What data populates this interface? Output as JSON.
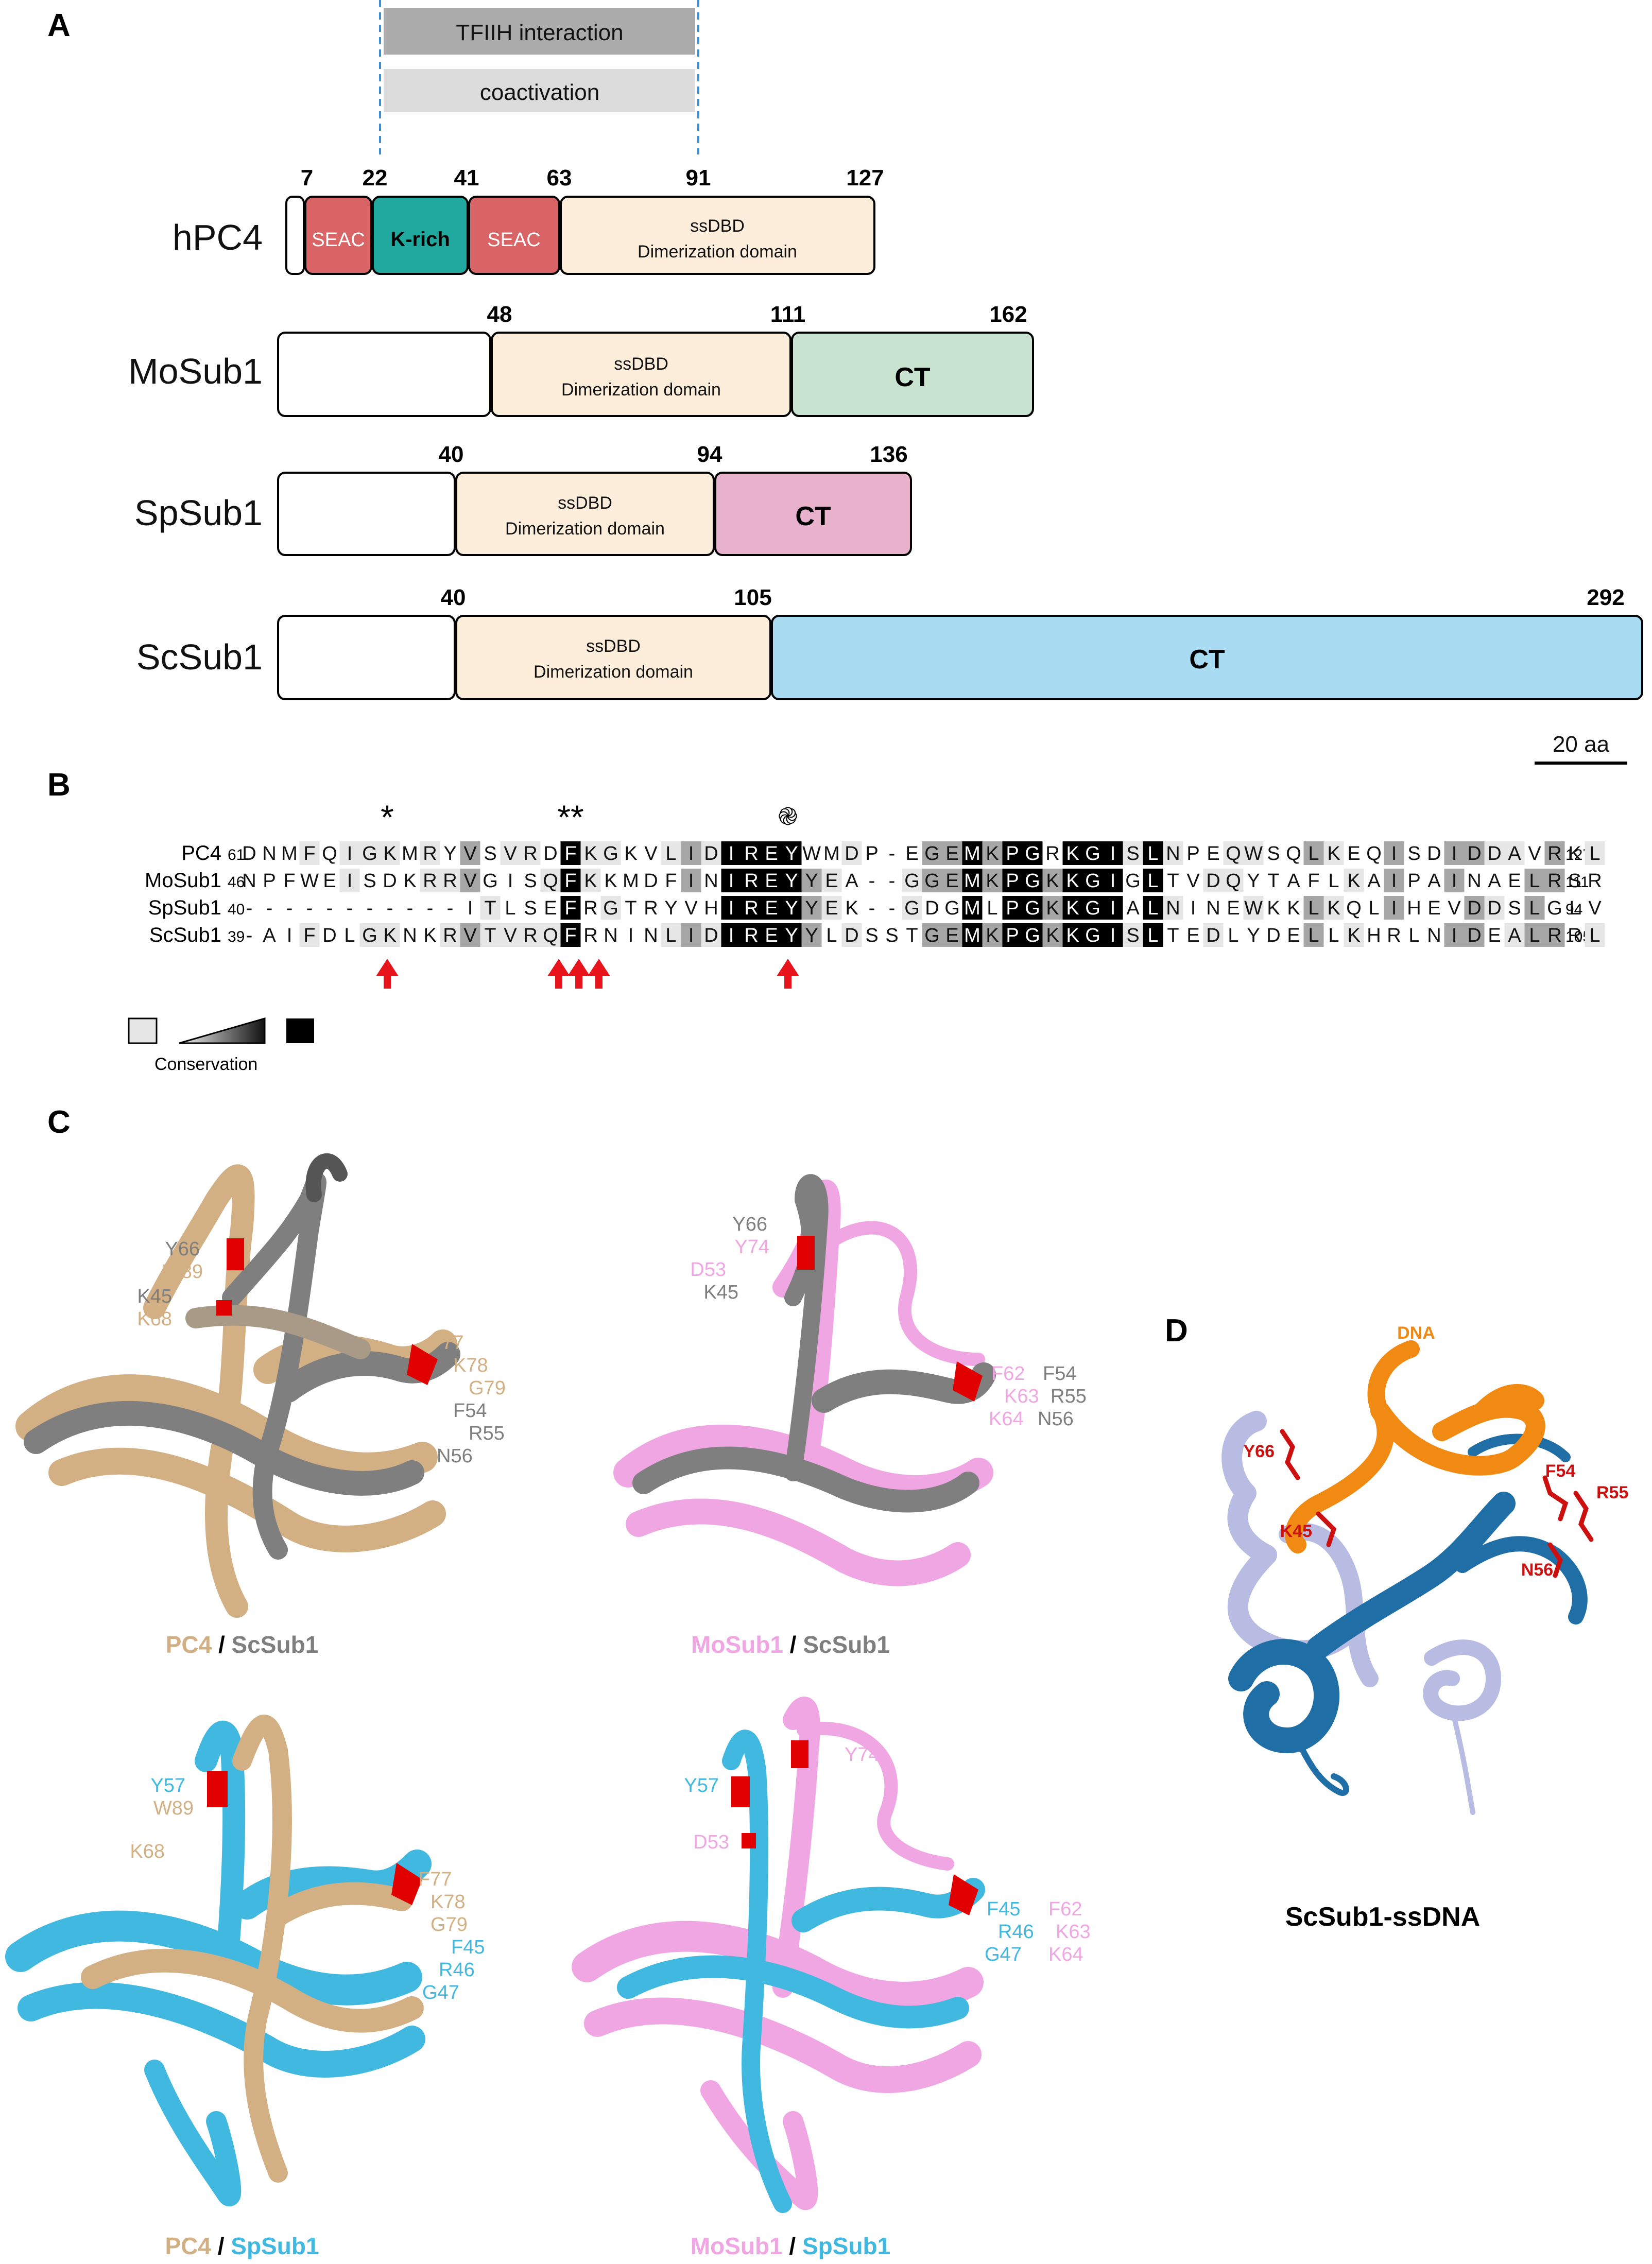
{
  "panels": {
    "a": "A",
    "b": "B",
    "c": "C",
    "d": "D"
  },
  "panelA": {
    "bars": {
      "tfiih": "TFIIH interaction",
      "coact": "coactivation"
    },
    "proteins": [
      {
        "id": "hpc4",
        "name": "hPC4",
        "numbers": [
          "7",
          "22",
          "41",
          "63",
          "91",
          "127"
        ],
        "domains": [
          {
            "id": "seac1",
            "lines": [
              "SEAC"
            ],
            "color": "#d96466",
            "textColor": "#ffffff"
          },
          {
            "id": "krich",
            "lines": [
              "K-rich"
            ],
            "color": "#22a99f",
            "textColor": "#000000"
          },
          {
            "id": "seac2",
            "lines": [
              "SEAC"
            ],
            "color": "#d96466",
            "textColor": "#ffffff"
          },
          {
            "id": "ssdbd",
            "lines": [
              "ssDBD",
              "Dimerization domain"
            ],
            "color": "#fdeedc",
            "textColor": "#000000"
          }
        ]
      },
      {
        "id": "mosub1",
        "name": "MoSub1",
        "numbers": [
          "48",
          "111",
          "162"
        ],
        "domains": [
          {
            "id": "ssdbd",
            "lines": [
              "ssDBD",
              "Dimerization domain"
            ],
            "color": "#fdeedc",
            "textColor": "#000000"
          },
          {
            "id": "ct",
            "lines": [
              "CT"
            ],
            "color": "#c8e3cf",
            "textColor": "#000000"
          }
        ]
      },
      {
        "id": "spsub1",
        "name": "SpSub1",
        "numbers": [
          "40",
          "94",
          "136"
        ],
        "domains": [
          {
            "id": "ssdbd",
            "lines": [
              "ssDBD",
              "Dimerization domain"
            ],
            "color": "#fdeedc",
            "textColor": "#000000"
          },
          {
            "id": "ct",
            "lines": [
              "CT"
            ],
            "color": "#e8b1cc",
            "textColor": "#000000"
          }
        ]
      },
      {
        "id": "scsub1",
        "name": "ScSub1",
        "numbers": [
          "40",
          "105",
          "292"
        ],
        "domains": [
          {
            "id": "ssdbd",
            "lines": [
              "ssDBD",
              "Dimerization domain"
            ],
            "color": "#fdeedc",
            "textColor": "#000000"
          },
          {
            "id": "ct",
            "lines": [
              "CT"
            ],
            "color": "#a9dcf2",
            "textColor": "#000000"
          }
        ]
      }
    ],
    "scale": "20 aa"
  },
  "panelB": {
    "rows": [
      {
        "name": "PC4",
        "start": "61",
        "seq": "DNMFQIGKMRYVSVRDFKGKVLIDIREYWMDP-EGEMKPGRKGISLNPEQWSQLKEQISDIDDAVRKL",
        "end": "127"
      },
      {
        "name": "MoSub1",
        "start": "46",
        "seq": "NPFWEISDKRRVGISQFKKMDFINIREYYEA--GGEMKPGKKGIGLTVDQYTAFLKAIPAINAELRSR",
        "end": "111"
      },
      {
        "name": "SpSub1",
        "start": "40",
        "seq": "-----------ITLSEFRGTRYVHIREYYEK--GDGMLPGKKGIALNINEWKKLKQLIHEVDDSLGLV",
        "end": "94"
      },
      {
        "name": "ScSub1",
        "start": "39",
        "seq": "-AIFDLGKNKRVTVRQFRNINLIDIREYYLDSSTGEMKPGKKGISLTEDLYDELLKHRLNIDEALRRL",
        "end": "105"
      }
    ],
    "marks": {
      "single": "*",
      "double": "**",
      "swirl": "֎"
    },
    "legend": "Conservation",
    "colors": {
      "light": "#e6e6e6",
      "mid": "#a6a6a6",
      "dark": "#000000",
      "arrow": "#e8141b"
    }
  },
  "panelC": {
    "captions": [
      {
        "a": "PC4",
        "sep": " / ",
        "b": "ScSub1"
      },
      {
        "a": "MoSub1",
        "sep": " / ",
        "b": "ScSub1"
      },
      {
        "a": "PC4",
        "sep": " / ",
        "b": "SpSub1"
      },
      {
        "a": "MoSub1",
        "sep": " / ",
        "b": "SpSub1"
      }
    ],
    "labels1": [
      "Y66",
      "W89",
      "K45",
      "K68",
      "F77",
      "K78",
      "G79",
      "F54",
      "R55",
      "N56"
    ],
    "labels2": [
      "Y66",
      "Y74",
      "D53",
      "K45",
      "F62",
      "F54",
      "K63",
      "R55",
      "K64",
      "N56"
    ],
    "labels3": [
      "Y57",
      "W89",
      "K68",
      "F77",
      "K78",
      "G79",
      "F45",
      "R46",
      "G47"
    ],
    "labels4": [
      "Y57",
      "Y74",
      "D53",
      "F45",
      "F62",
      "R46",
      "K63",
      "G47",
      "K64"
    ],
    "colors": {
      "pc4": "#d3b083",
      "scsub1": "#7f7f7f",
      "mosub1": "#f0a6e3",
      "spsub1": "#41b8e0",
      "highlight": "#e00000"
    }
  },
  "panelD": {
    "dna": "DNA",
    "residues": [
      "Y66",
      "K45",
      "F54",
      "R55",
      "N56"
    ],
    "caption": "ScSub1-ssDNA",
    "colors": {
      "dna": "#f08a12",
      "chainA": "#b8bce2",
      "chainB": "#1f6ea6",
      "res": "#cc1010"
    }
  }
}
